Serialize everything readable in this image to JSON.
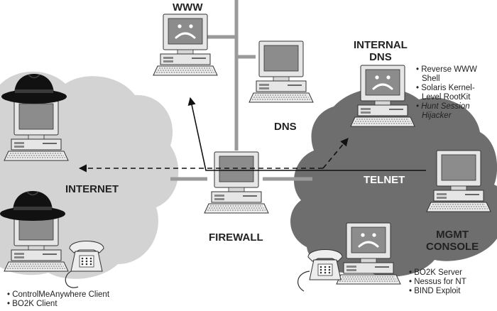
{
  "labels": {
    "www": "WWW",
    "dns": "DNS",
    "internal_dns": [
      "INTERNAL",
      "DNS"
    ],
    "internet": "INTERNET",
    "telnet": "TELNET",
    "firewall": "FIREWALL",
    "mgmt_console": [
      "MGMT",
      "CONSOLE"
    ]
  },
  "internal_dns_notes": [
    {
      "text": "Reverse WWW Shell",
      "italic": false
    },
    {
      "text": "Solaris Kernel-Level RootKit",
      "italic": false
    },
    {
      "text": "Hunt Session Hijacker",
      "italic": true
    }
  ],
  "mgmt_notes": [
    {
      "text": "BO2K Server",
      "italic": false
    },
    {
      "text": "Nessus for NT",
      "italic": false
    },
    {
      "text": "BIND Exploit",
      "italic": false
    }
  ],
  "attacker_notes": [
    {
      "text": "ControlMeAnywhere Client",
      "italic": false
    },
    {
      "text": "BO2K Client",
      "italic": false
    }
  ],
  "icons": {
    "computer": "computer-icon",
    "hat": "black-hat-icon",
    "phone": "telephone-icon",
    "sad_face": "sad-face-icon"
  },
  "colors": {
    "internet_cloud": "#d3d3d3",
    "internal_cloud": "#6e6e6e",
    "network_line": "#9a9a9a",
    "screen": "#8c8c8c",
    "arrow": "#111111"
  }
}
